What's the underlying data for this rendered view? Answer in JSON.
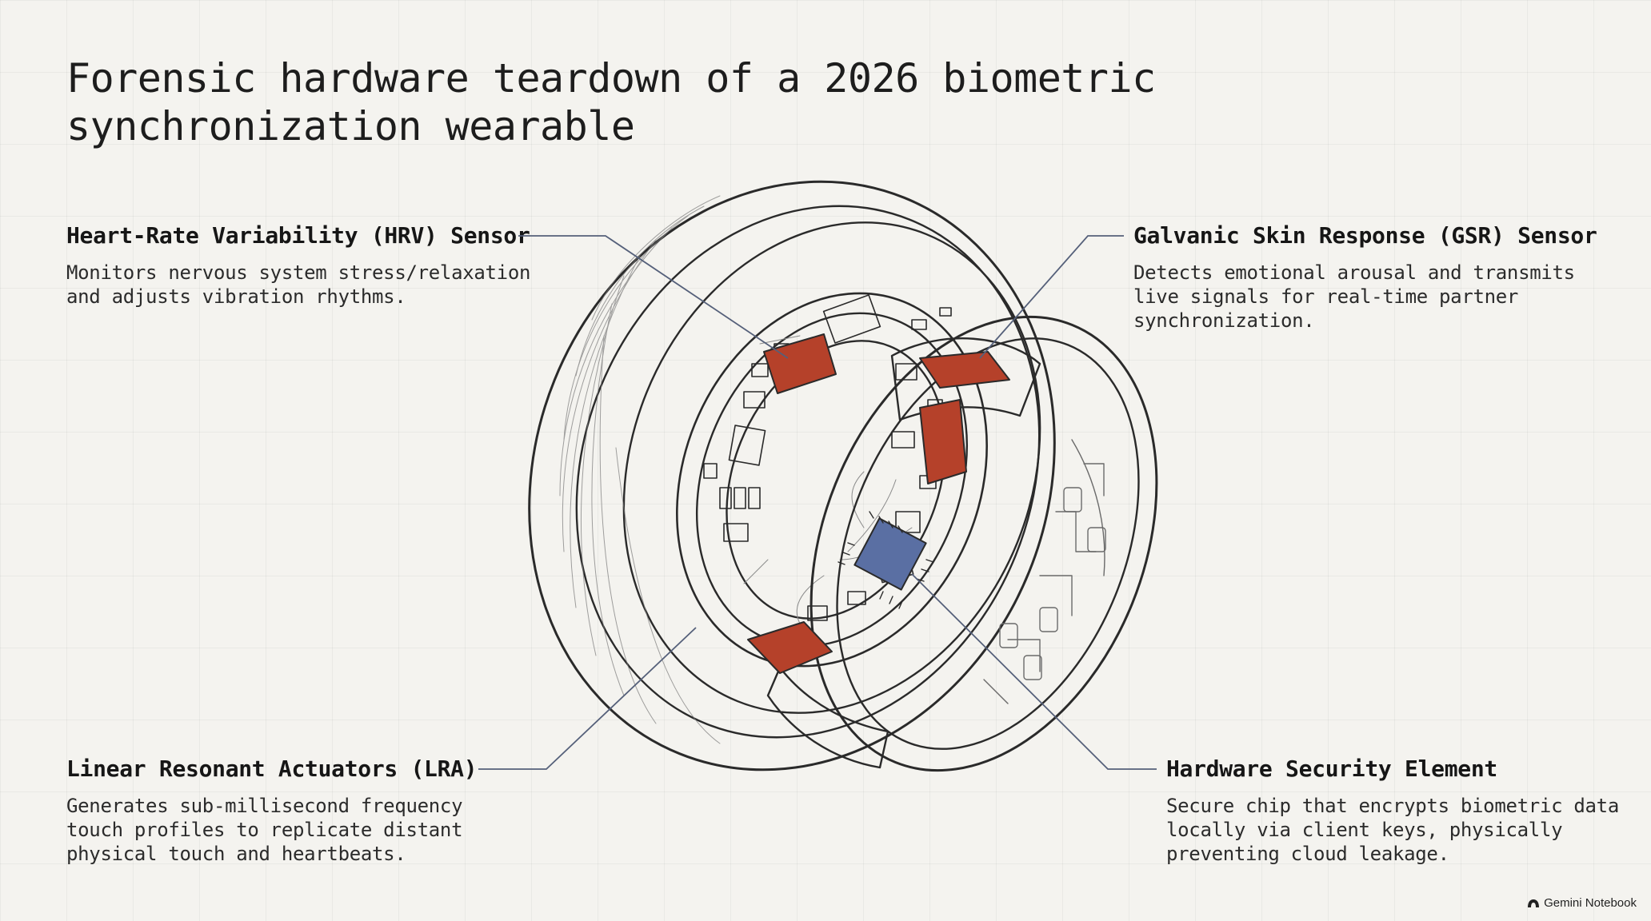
{
  "title": "Forensic hardware teardown of a 2026 biometric synchronization wearable",
  "callouts": {
    "hrv": {
      "heading": "Heart-Rate Variability (HRV) Sensor",
      "body": "Monitors nervous system stress/relaxation and adjusts vibration rhythms."
    },
    "gsr": {
      "heading": "Galvanic Skin Response (GSR) Sensor",
      "body": "Detects emotional arousal and transmits live signals for real-time partner synchronization."
    },
    "lra": {
      "heading": "Linear Resonant Actuators (LRA)",
      "body": "Generates sub-millisecond frequency touch profiles to replicate distant physical touch and heartbeats."
    },
    "hse": {
      "heading": "Hardware Security Element",
      "body": "Secure chip that encrypts biometric data locally via client keys, physically preventing cloud leakage."
    }
  },
  "watermark": "Gemini Notebook",
  "colors": {
    "background": "#f4f3ef",
    "sensor": "#b5412a",
    "chip": "#5a6fa3",
    "leader": "#55607a",
    "ink": "#2a2a2a"
  },
  "icons": {
    "watermark": "gemini-notebook-icon"
  }
}
